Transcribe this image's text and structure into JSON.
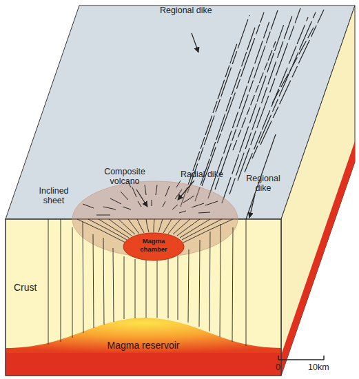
{
  "diagram": {
    "nodes": [
      {
        "text": [
          "Magma chamber"
        ]
      },
      {
        "text": [
          "Magma reservoir"
        ]
      }
    ],
    "labels": [
      "Regional dike",
      "Composite volcano",
      "Radial dike",
      "Inclined sheet",
      "Regional dike",
      "Crust",
      "0",
      "10km"
    ]
  }
}
